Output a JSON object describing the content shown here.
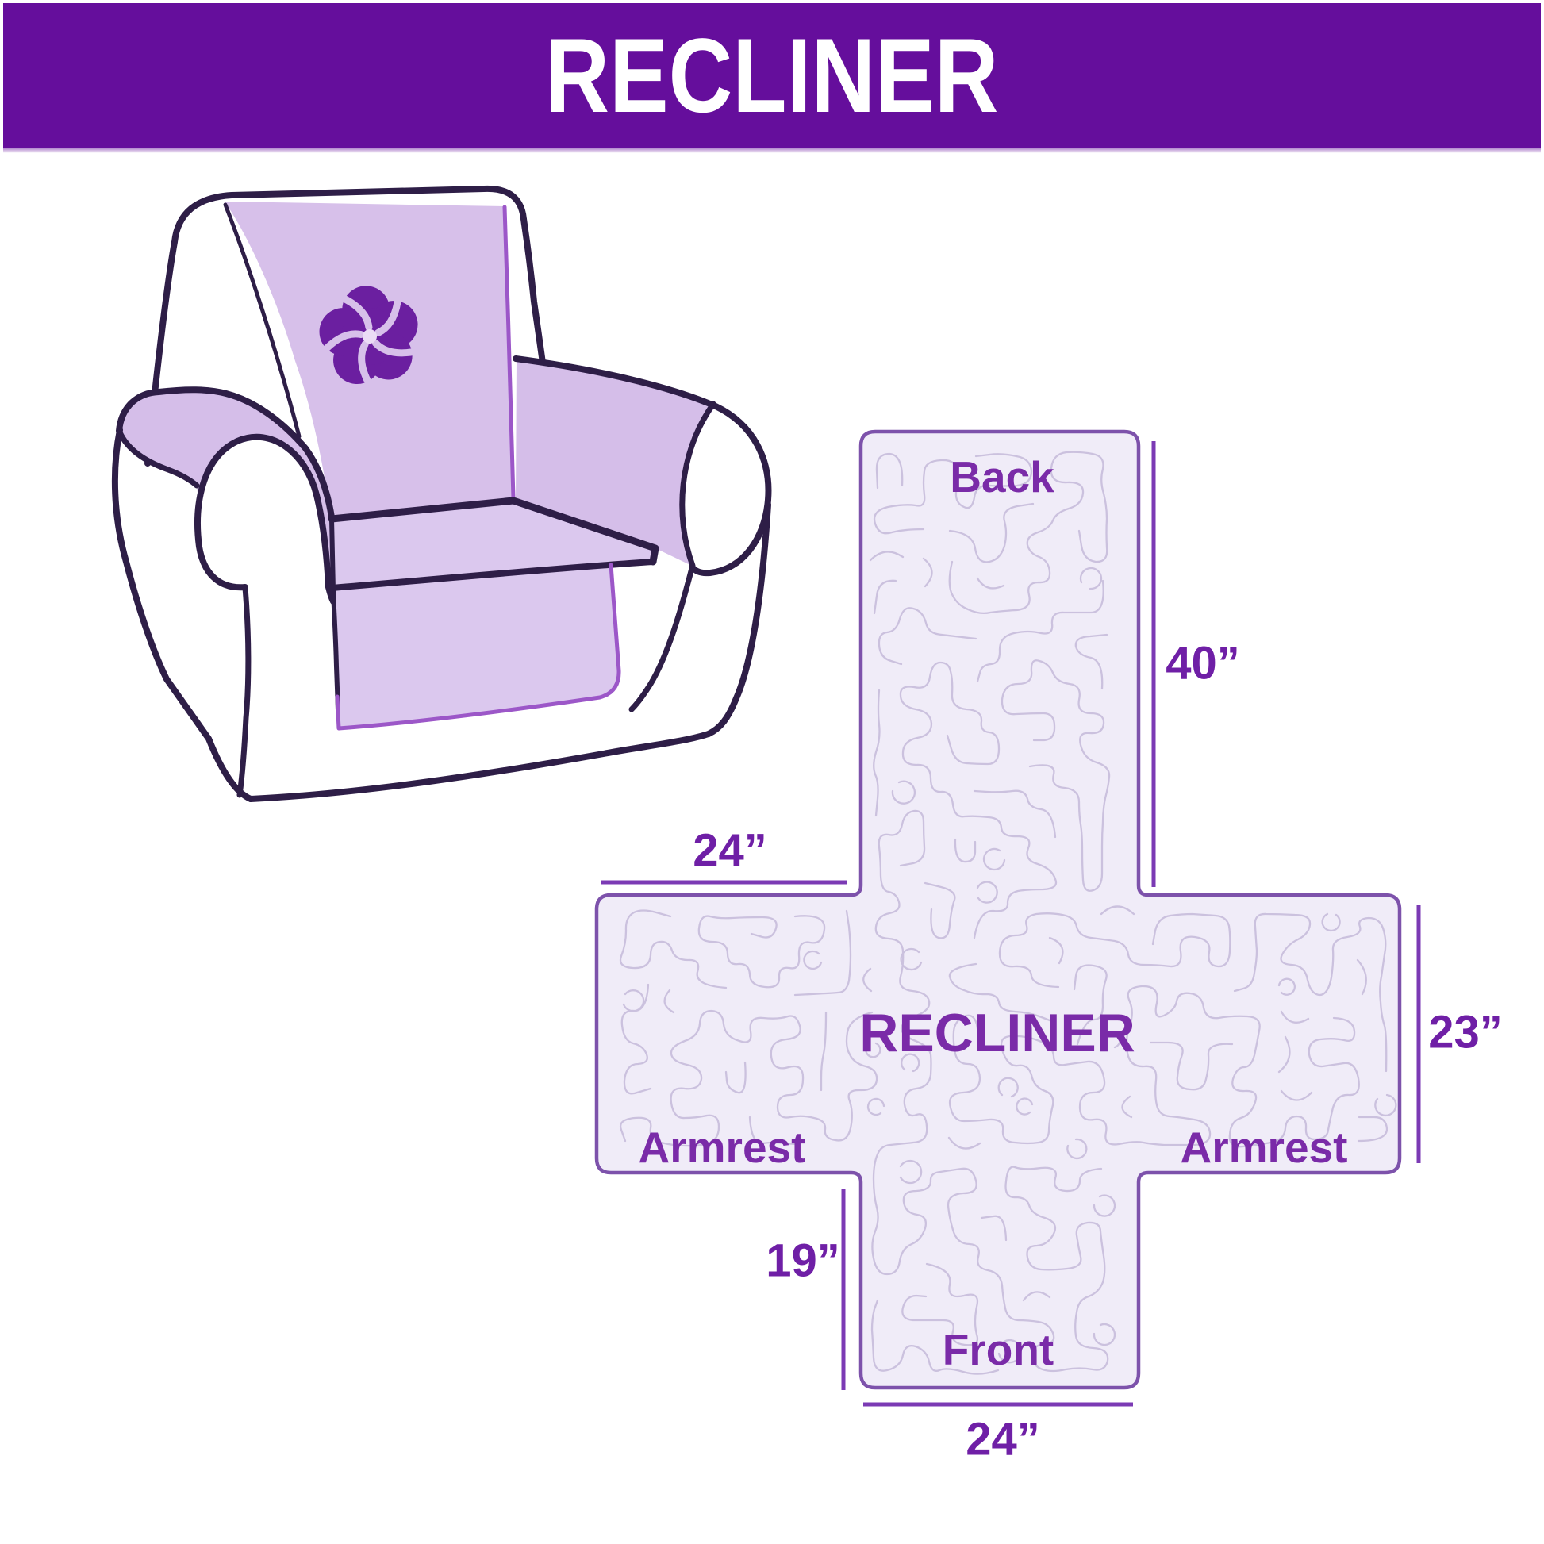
{
  "header": {
    "title": "RECLINER"
  },
  "illustration": {
    "type": "armchair-with-quilted-cover"
  },
  "diagram": {
    "panel_labels": {
      "back": "Back",
      "center": "RECLINER",
      "armrest_left": "Armrest",
      "armrest_right": "Armrest",
      "front": "Front"
    },
    "dimensions": {
      "back_height": "40”",
      "armrest_width": "24”",
      "side_height": "23”",
      "front_height": "19”",
      "front_width": "24”"
    }
  },
  "colors": {
    "banner-bg": "#650E9C",
    "banner-text": "#FFFFFF",
    "page-bg": "#FFFFFF",
    "label-text": "#7A2BA8",
    "dim-text": "#6F1FA6",
    "dim-line": "#7B3AB4",
    "cross-fill": "#F0ECF8",
    "cross-outline": "#7D52AB",
    "quilt-line": "#CBC1DE",
    "chair-outline": "#2E1E47",
    "cover-back": "#D7C0EA",
    "cover-arm": "#D5BEE9",
    "cover-seat": "#DBC8EE",
    "skirt-line": "#9C57C8",
    "pinwheel": "#6B1FA0",
    "pinwheel-dot": "#EBDCF5"
  }
}
